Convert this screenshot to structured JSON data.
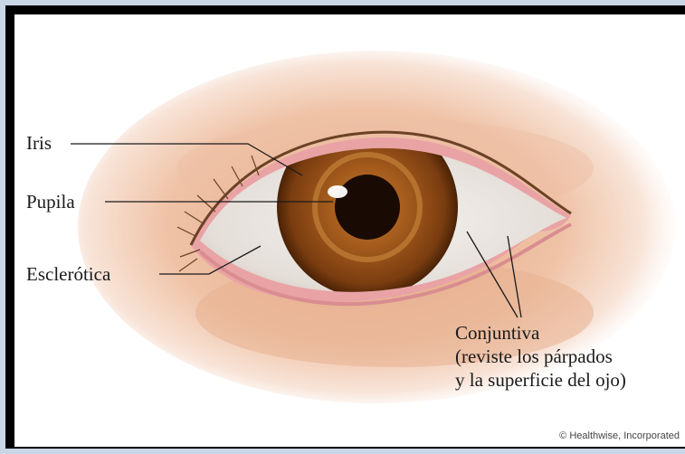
{
  "labels": {
    "iris": "Iris",
    "pupil": "Pupila",
    "sclera": "Esclerótica",
    "conjunctiva_line1": "Conjuntiva",
    "conjunctiva_line2": "(reviste los párpados",
    "conjunctiva_line3": "y la superficie del ojo)"
  },
  "credit": "© Healthwise, Incorporated",
  "colors": {
    "frame": "#000000",
    "border": "#c9d6e6",
    "skin": "#e9b79a",
    "iris": "#8a4a16",
    "pupil": "#1a0a04",
    "sclera": "#eeeae6",
    "conjunctiva": "#e49a9f"
  }
}
